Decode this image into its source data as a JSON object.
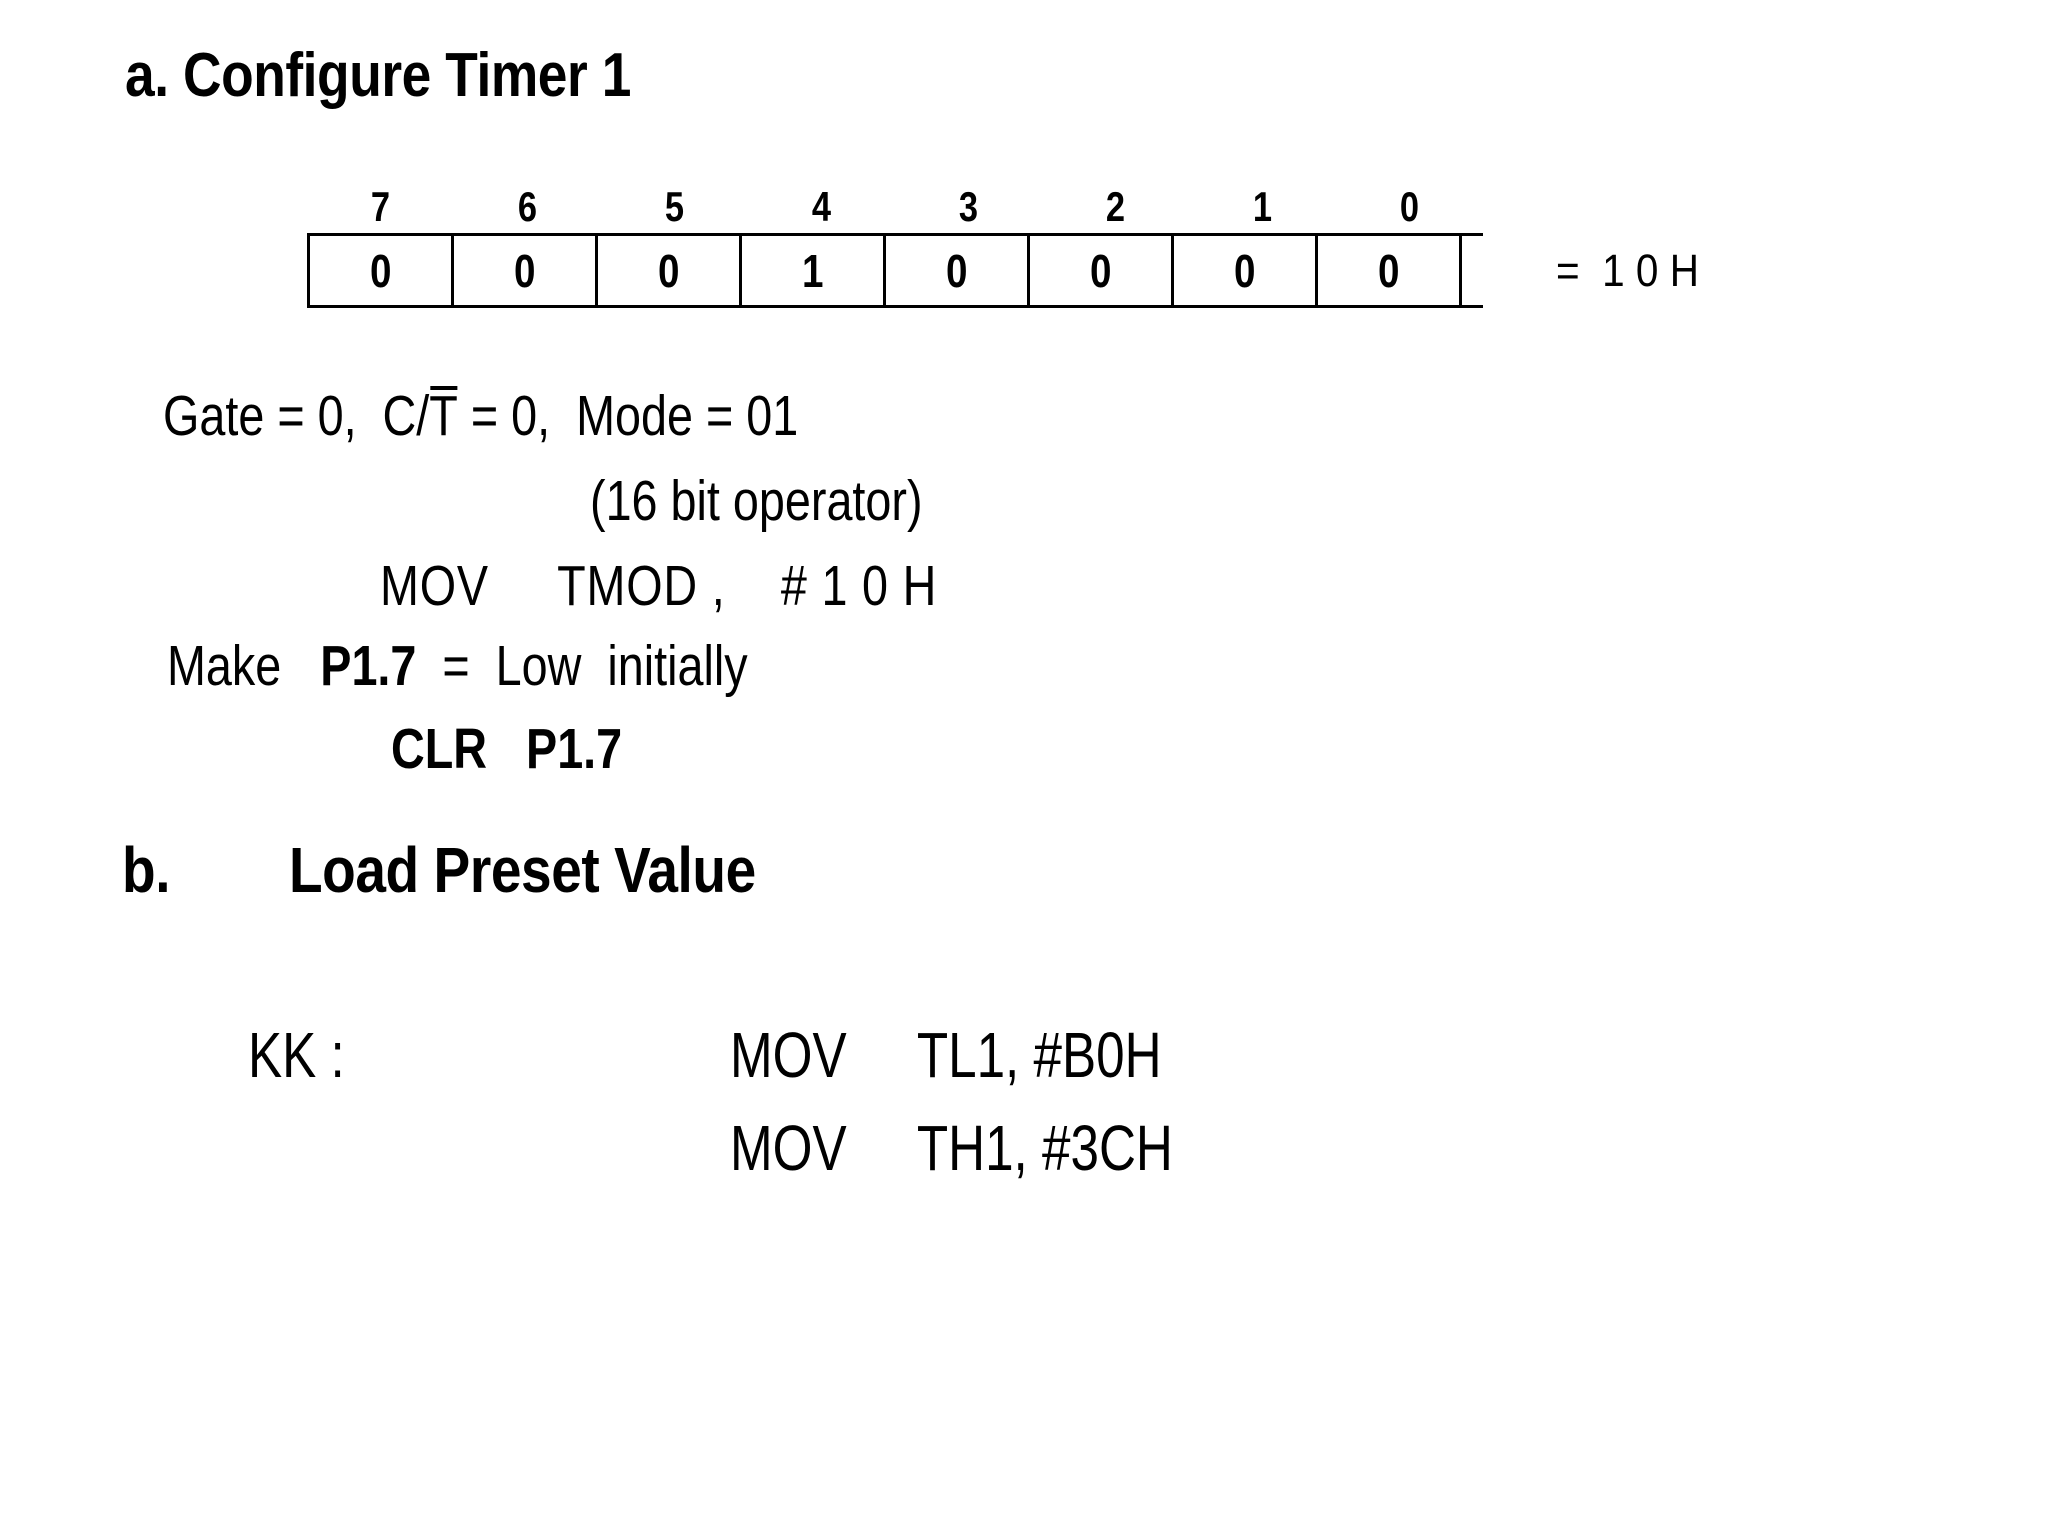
{
  "slide": {
    "background_color": "#ffffff",
    "text_color": "#000000"
  },
  "section_a": {
    "heading": "a. Configure Timer 1",
    "tmod_register": {
      "bit_labels": [
        "7",
        "6",
        "5",
        "4",
        "3",
        "2",
        "1",
        "0"
      ],
      "bit_values": [
        "0",
        "0",
        "0",
        "1",
        "0",
        "0",
        "0",
        "0"
      ],
      "hex_annotation": "=  1 0 H"
    },
    "lines": {
      "gate_prefix": "Gate = 0,  C/",
      "gate_overline": "T",
      "gate_suffix": " = 0,  Mode = 01",
      "operator_note": "(16 bit operator)",
      "mov_tmod": "MOV     TMOD ,    # 1 0 H",
      "make_prefix": "Make   ",
      "make_port": "P1.7",
      "make_suffix": "  =  Low  initially",
      "clr_instruction": "CLR   P1.7"
    }
  },
  "section_b": {
    "heading": "b.        Load Preset Value",
    "label_kk": "KK :",
    "instructions": [
      "MOV     TL1, #B0H",
      "MOV     TH1, #3CH"
    ]
  }
}
